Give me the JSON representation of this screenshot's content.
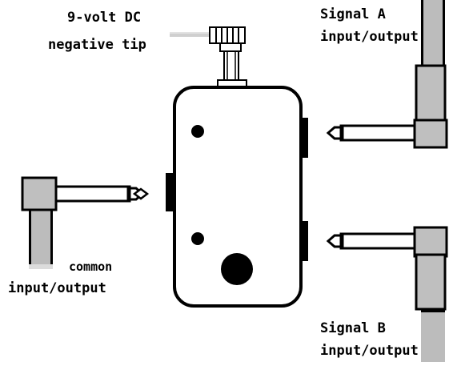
{
  "labels": {
    "power": [
      "9-volt DC",
      "negative tip"
    ],
    "signal_a": [
      "Signal A",
      "input/output"
    ],
    "signal_b": [
      "Signal B",
      "input/output"
    ],
    "common": [
      "common",
      "input/output"
    ]
  },
  "colors": {
    "outline": "#000000",
    "cable_gray": "#bcbcbc",
    "cable_dark": "#7a7a7a",
    "plug_body": "#bfbfbf",
    "background": "#ffffff"
  }
}
